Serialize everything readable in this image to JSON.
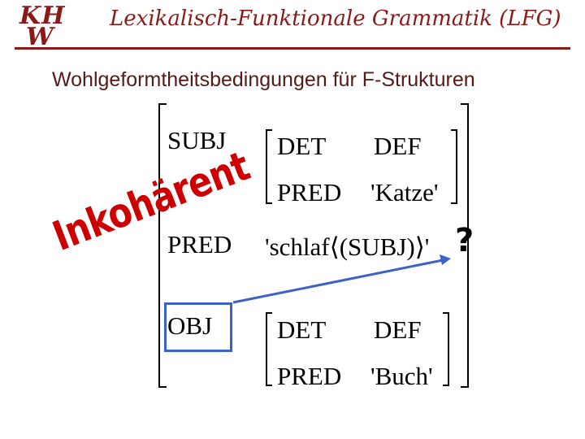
{
  "header": {
    "logo_line1": "KH",
    "logo_line2": "W",
    "title": "Lexikalisch-Funktionale Grammatik (LFG)"
  },
  "subtitle": "Wohlgeformtheitsbedingungen für F-Strukturen",
  "overlay": {
    "incoherence_label": "Inkohärent",
    "question_mark": "?"
  },
  "fstructure": {
    "subj": {
      "attr": "SUBJ",
      "rows": [
        {
          "attr": "DET",
          "value": "DEF"
        },
        {
          "attr": "PRED",
          "value": "'Katze'"
        }
      ]
    },
    "pred": {
      "attr": "PRED",
      "value": "'schlaf⟨(SUBJ)⟩'"
    },
    "obj": {
      "attr": "OBJ",
      "rows": [
        {
          "attr": "DET",
          "value": "DEF"
        },
        {
          "attr": "PRED",
          "value": "'Buch'"
        }
      ]
    }
  },
  "colors": {
    "brand": "#8a1a1a",
    "highlight": "#3a62c8",
    "alert": "#cc0000"
  }
}
